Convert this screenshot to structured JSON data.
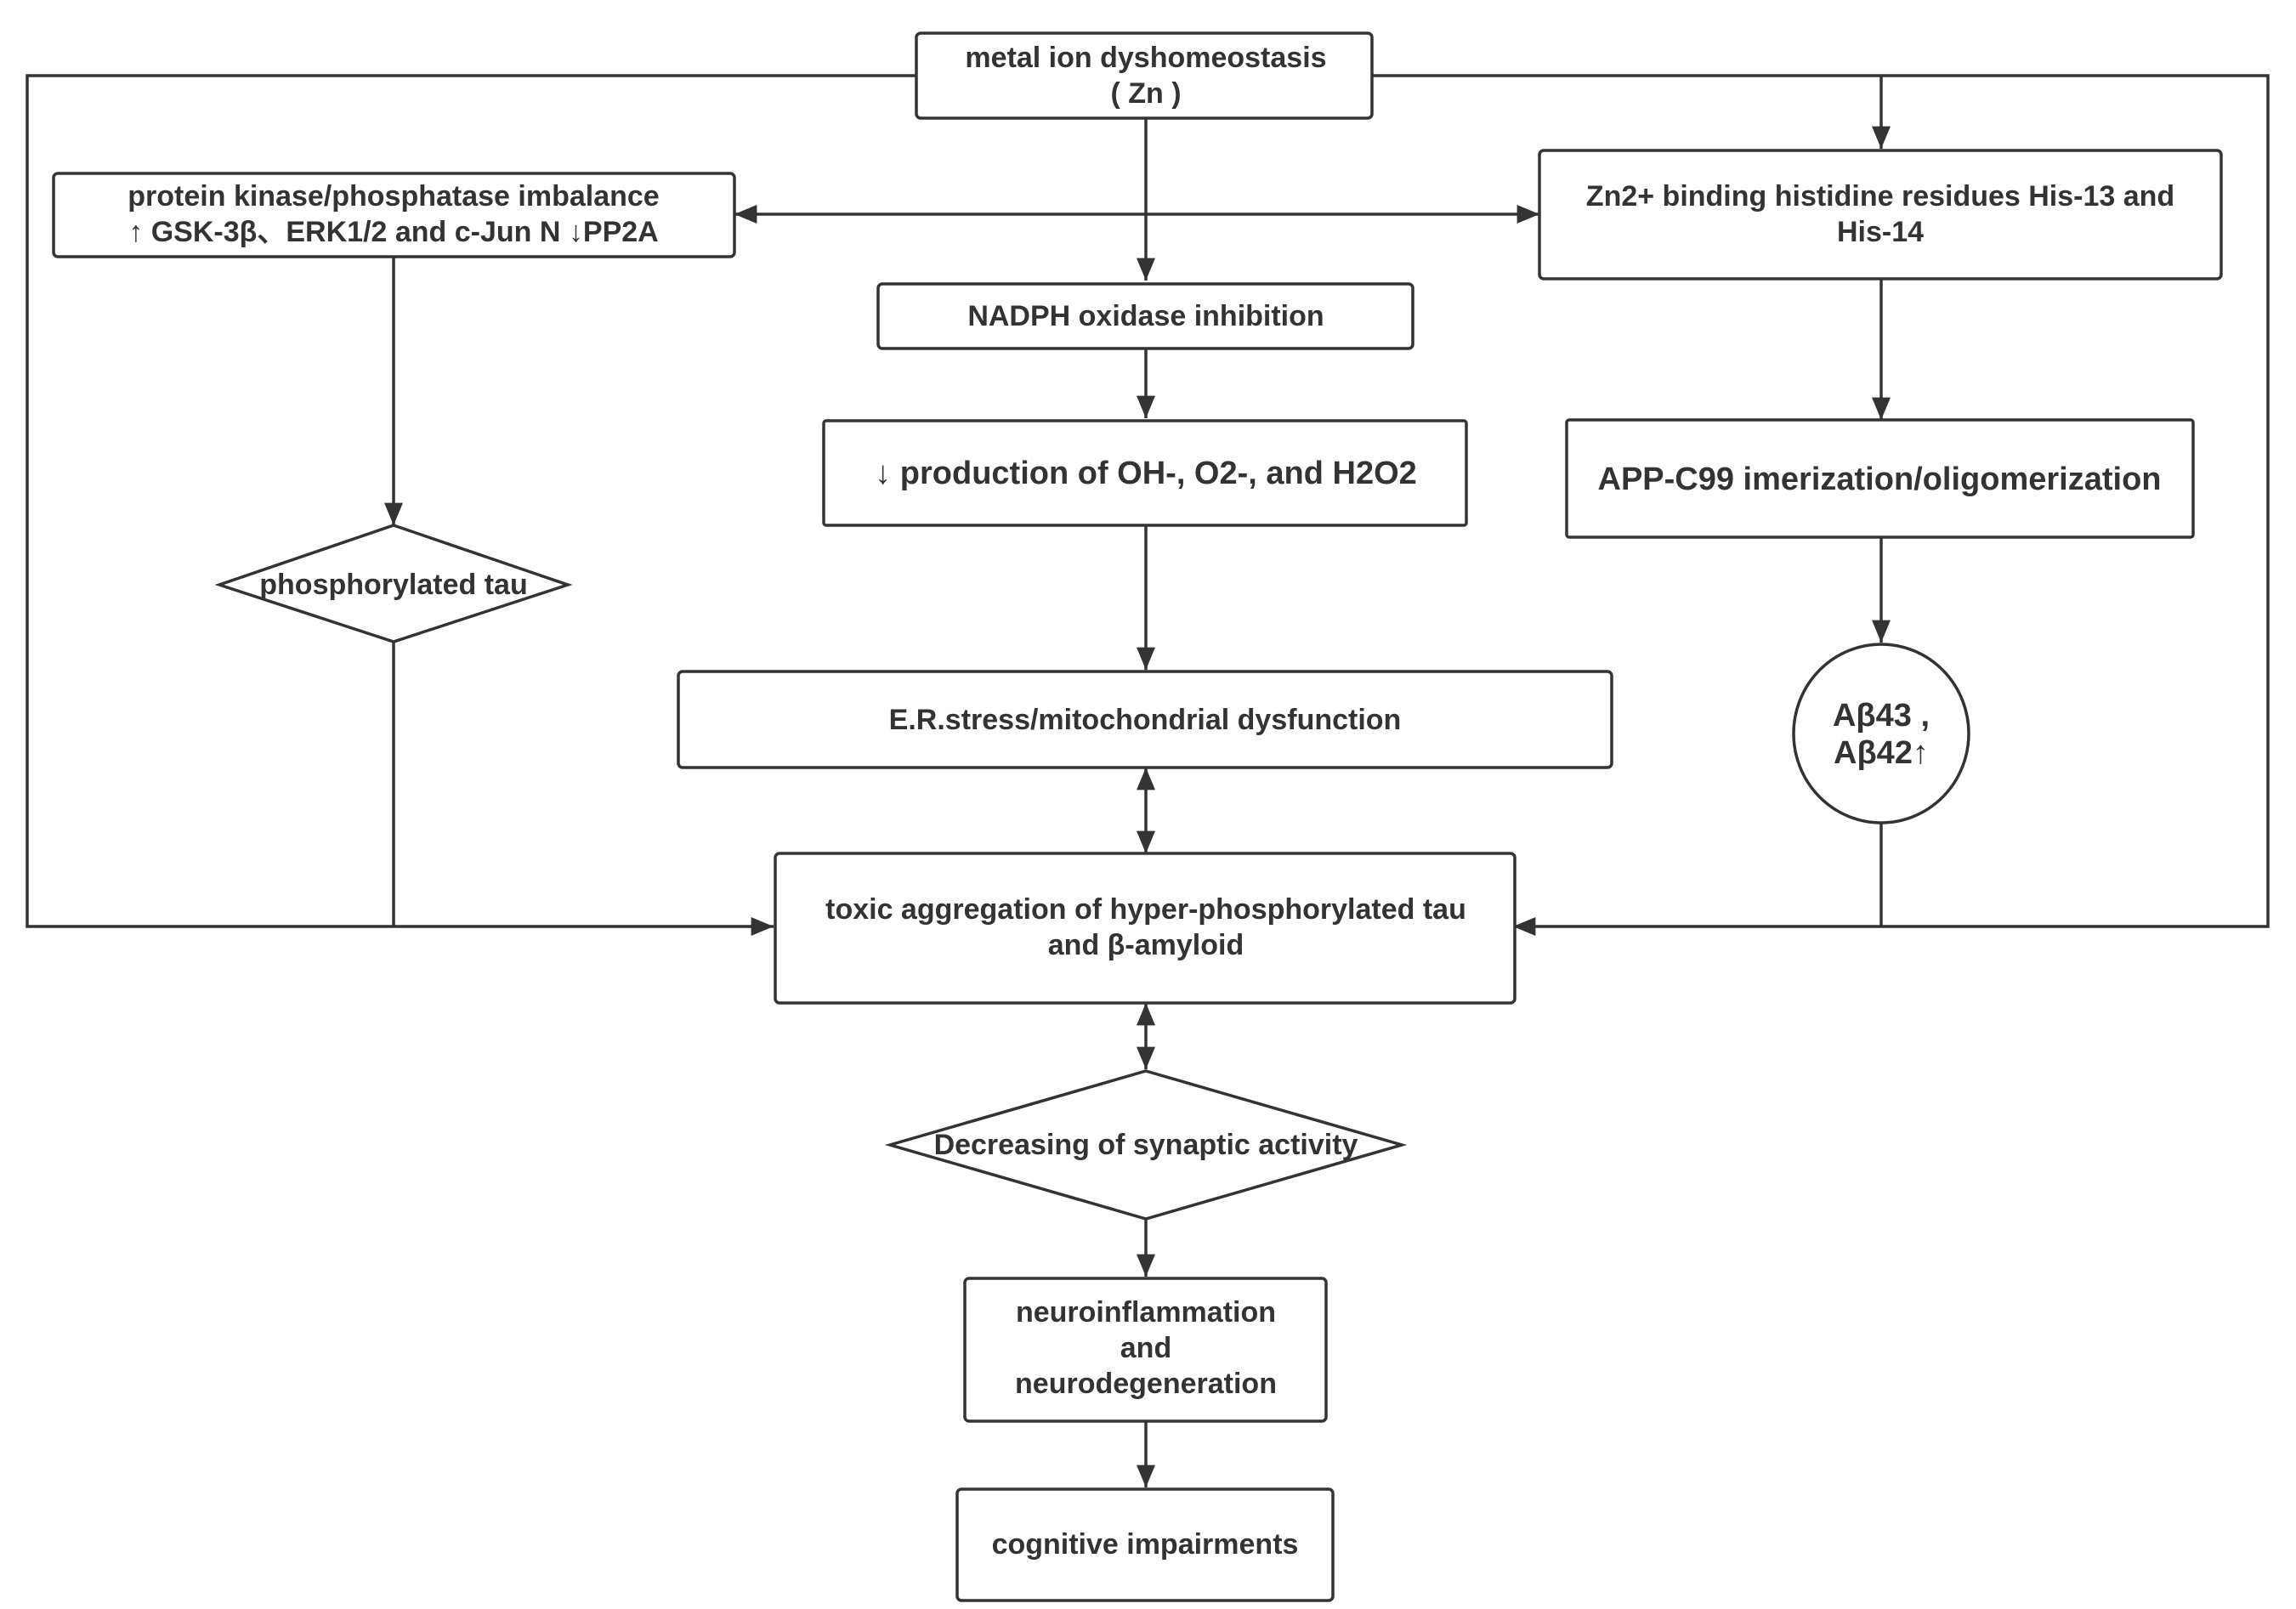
{
  "nodes": {
    "metal_ion": [
      "metal ion dyshomeostasis",
      "( Zn )"
    ],
    "kinase_imbalance": [
      "protein kinase/phosphatase imbalance",
      "↑  GSK-3β、ERK1/2 and c-Jun N      ↓PP2A"
    ],
    "zn_binding": [
      "Zn2+ binding histidine residues His-13 and",
      "His-14"
    ],
    "nadph": [
      "NADPH oxidase inhibition"
    ],
    "ros": [
      "↓ production of  OH-, O2-, and H2O2"
    ],
    "app_c99": [
      "APP-C99 imerization/oligomerization"
    ],
    "phospho_tau": [
      "phosphorylated tau"
    ],
    "er_stress": [
      "E.R.stress/mitochondrial dysfunction"
    ],
    "abeta": [
      "Aβ43 ,",
      "Aβ42↑"
    ],
    "toxic_aggregation": [
      "toxic aggregation of hyper-phosphorylated tau",
      "and β-amyloid"
    ],
    "synaptic": [
      "Decreasing of  synaptic activity"
    ],
    "neuro": [
      "neuroinflammation",
      "and",
      "neurodegeneration"
    ],
    "cognitive": [
      "cognitive impairments"
    ]
  },
  "edges": [
    {
      "from": "metal_ion",
      "to": "nadph",
      "direction": "forward"
    },
    {
      "from": "metal_ion",
      "to": "zn_binding",
      "direction": "forward"
    },
    {
      "from": "metal_ion",
      "to": "toxic_aggregation",
      "direction": "forward"
    },
    {
      "from": "kinase_imbalance",
      "to": "zn_binding",
      "direction": "both"
    },
    {
      "from": "kinase_imbalance",
      "to": "phospho_tau",
      "direction": "forward"
    },
    {
      "from": "phospho_tau",
      "to": "toxic_aggregation",
      "direction": "forward"
    },
    {
      "from": "nadph",
      "to": "ros",
      "direction": "forward"
    },
    {
      "from": "ros",
      "to": "er_stress",
      "direction": "forward"
    },
    {
      "from": "er_stress",
      "to": "toxic_aggregation",
      "direction": "both"
    },
    {
      "from": "zn_binding",
      "to": "app_c99",
      "direction": "forward"
    },
    {
      "from": "app_c99",
      "to": "abeta",
      "direction": "forward"
    },
    {
      "from": "abeta",
      "to": "toxic_aggregation",
      "direction": "forward"
    },
    {
      "from": "toxic_aggregation",
      "to": "synaptic",
      "direction": "both"
    },
    {
      "from": "synaptic",
      "to": "neuro",
      "direction": "forward"
    },
    {
      "from": "neuro",
      "to": "cognitive",
      "direction": "forward"
    }
  ]
}
